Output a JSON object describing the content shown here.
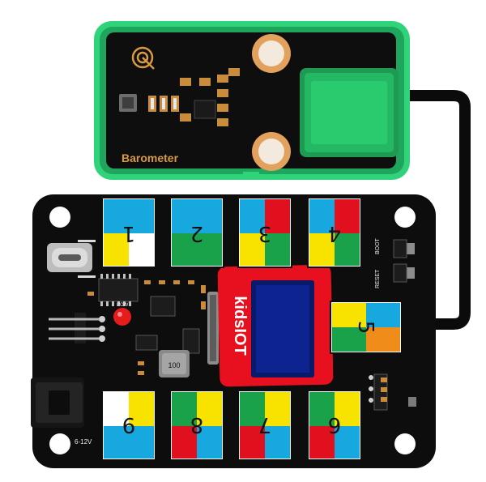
{
  "sensor": {
    "label": "Barometer"
  },
  "board": {
    "brand": "kidsIOT",
    "pow_label": "POW",
    "inductor_label": "100",
    "reset_label": "RESET",
    "boot_label": "BOOT",
    "power_label": "6-12V"
  },
  "ports": [
    {
      "num": "1"
    },
    {
      "num": "2"
    },
    {
      "num": "3"
    },
    {
      "num": "4"
    },
    {
      "num": "5"
    },
    {
      "num": "6"
    },
    {
      "num": "7"
    },
    {
      "num": "8"
    },
    {
      "num": "9"
    }
  ],
  "colors": {
    "board": "#0d0d0d",
    "sensor_frame": "#2fd37a",
    "cable": "#0b0b0b",
    "blue": "#18a8e0",
    "yellow": "#f7e200",
    "red": "#e0101e",
    "green": "#1aa24a",
    "orange": "#ef8c1a",
    "white": "#ffffff",
    "oled_frame": "#e8101e",
    "oled_screen": "#0a1a6a"
  }
}
